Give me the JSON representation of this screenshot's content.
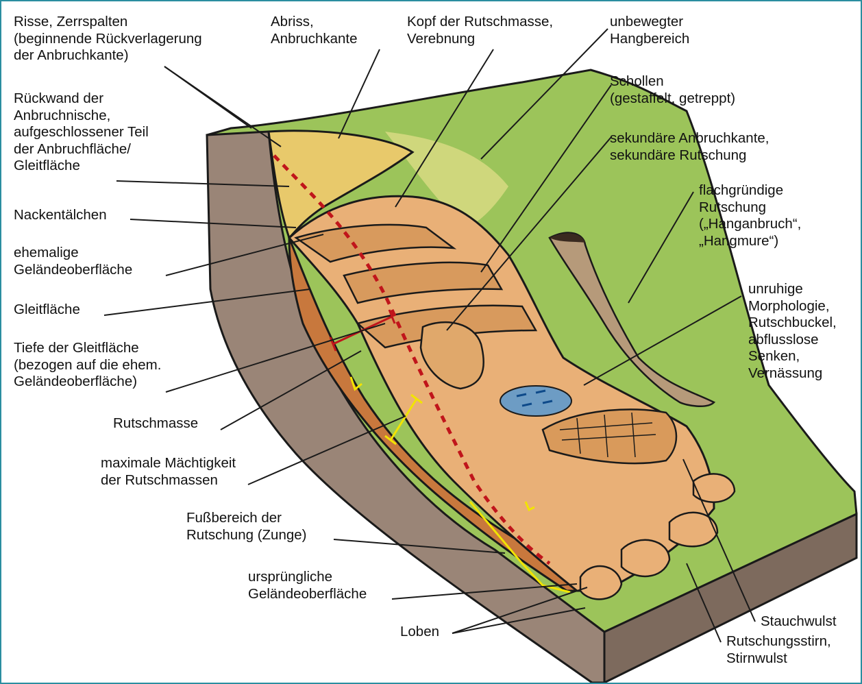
{
  "colors": {
    "frame": "#2b8ea0",
    "grass": "#9cc45a",
    "soil_section": "#9a8577",
    "slide_mass": "#c8783d",
    "slide_surface": "#e9b077",
    "scarp": "#e8c96b",
    "water": "#6d9cc4",
    "slip_plane_trace": "#c0151b",
    "thickness_marker": "#f2e400",
    "outline": "#1a1a1a"
  },
  "labels": {
    "risse": "Risse, Zerrspalten\n(beginnende Rückverlagerung\nder Anbruchkante)",
    "abriss": "Abriss,\nAnbruchkante",
    "kopf": "Kopf der Rutschmasse,\nVerebnung",
    "unbewegter": "unbewegter\nHangbereich",
    "rueckwand": "Rückwand der\nAnbruchnische,\naufgeschlossener Teil\nder Anbruchfläche/\nGleitfläche",
    "schollen": "Schollen\n(gestaffelt, getreppt)",
    "sekundaere": "sekundäre Anbruchkante,\nsekundäre Rutschung",
    "nackentaelchen": "Nackentälchen",
    "flachgruendige": "flachgründige\nRutschung\n(„Hanganbruch“,\n„Hangmure“)",
    "ehemalige": "ehemalige\nGeländeoberfläche",
    "gleitflaeche": "Gleitfläche",
    "unruhige": "unruhige\nMorphologie,\nRutschbuckel,\nabflusslose\nSenken,\nVernässung",
    "tiefe": "Tiefe der Gleitfläche\n(bezogen auf die ehem.\nGeländeoberfläche)",
    "rutschmasse": "Rutschmasse",
    "maximale": "maximale Mächtigkeit\nder Rutschmassen",
    "fussbereich": "Fußbereich der\nRutschung (Zunge)",
    "urspruengliche": "ursprüngliche\nGeländeoberfläche",
    "loben": "Loben",
    "stauchwulst": "Stauchwulst",
    "stirn": "Rutschungsstirn,\nStirnwulst"
  }
}
